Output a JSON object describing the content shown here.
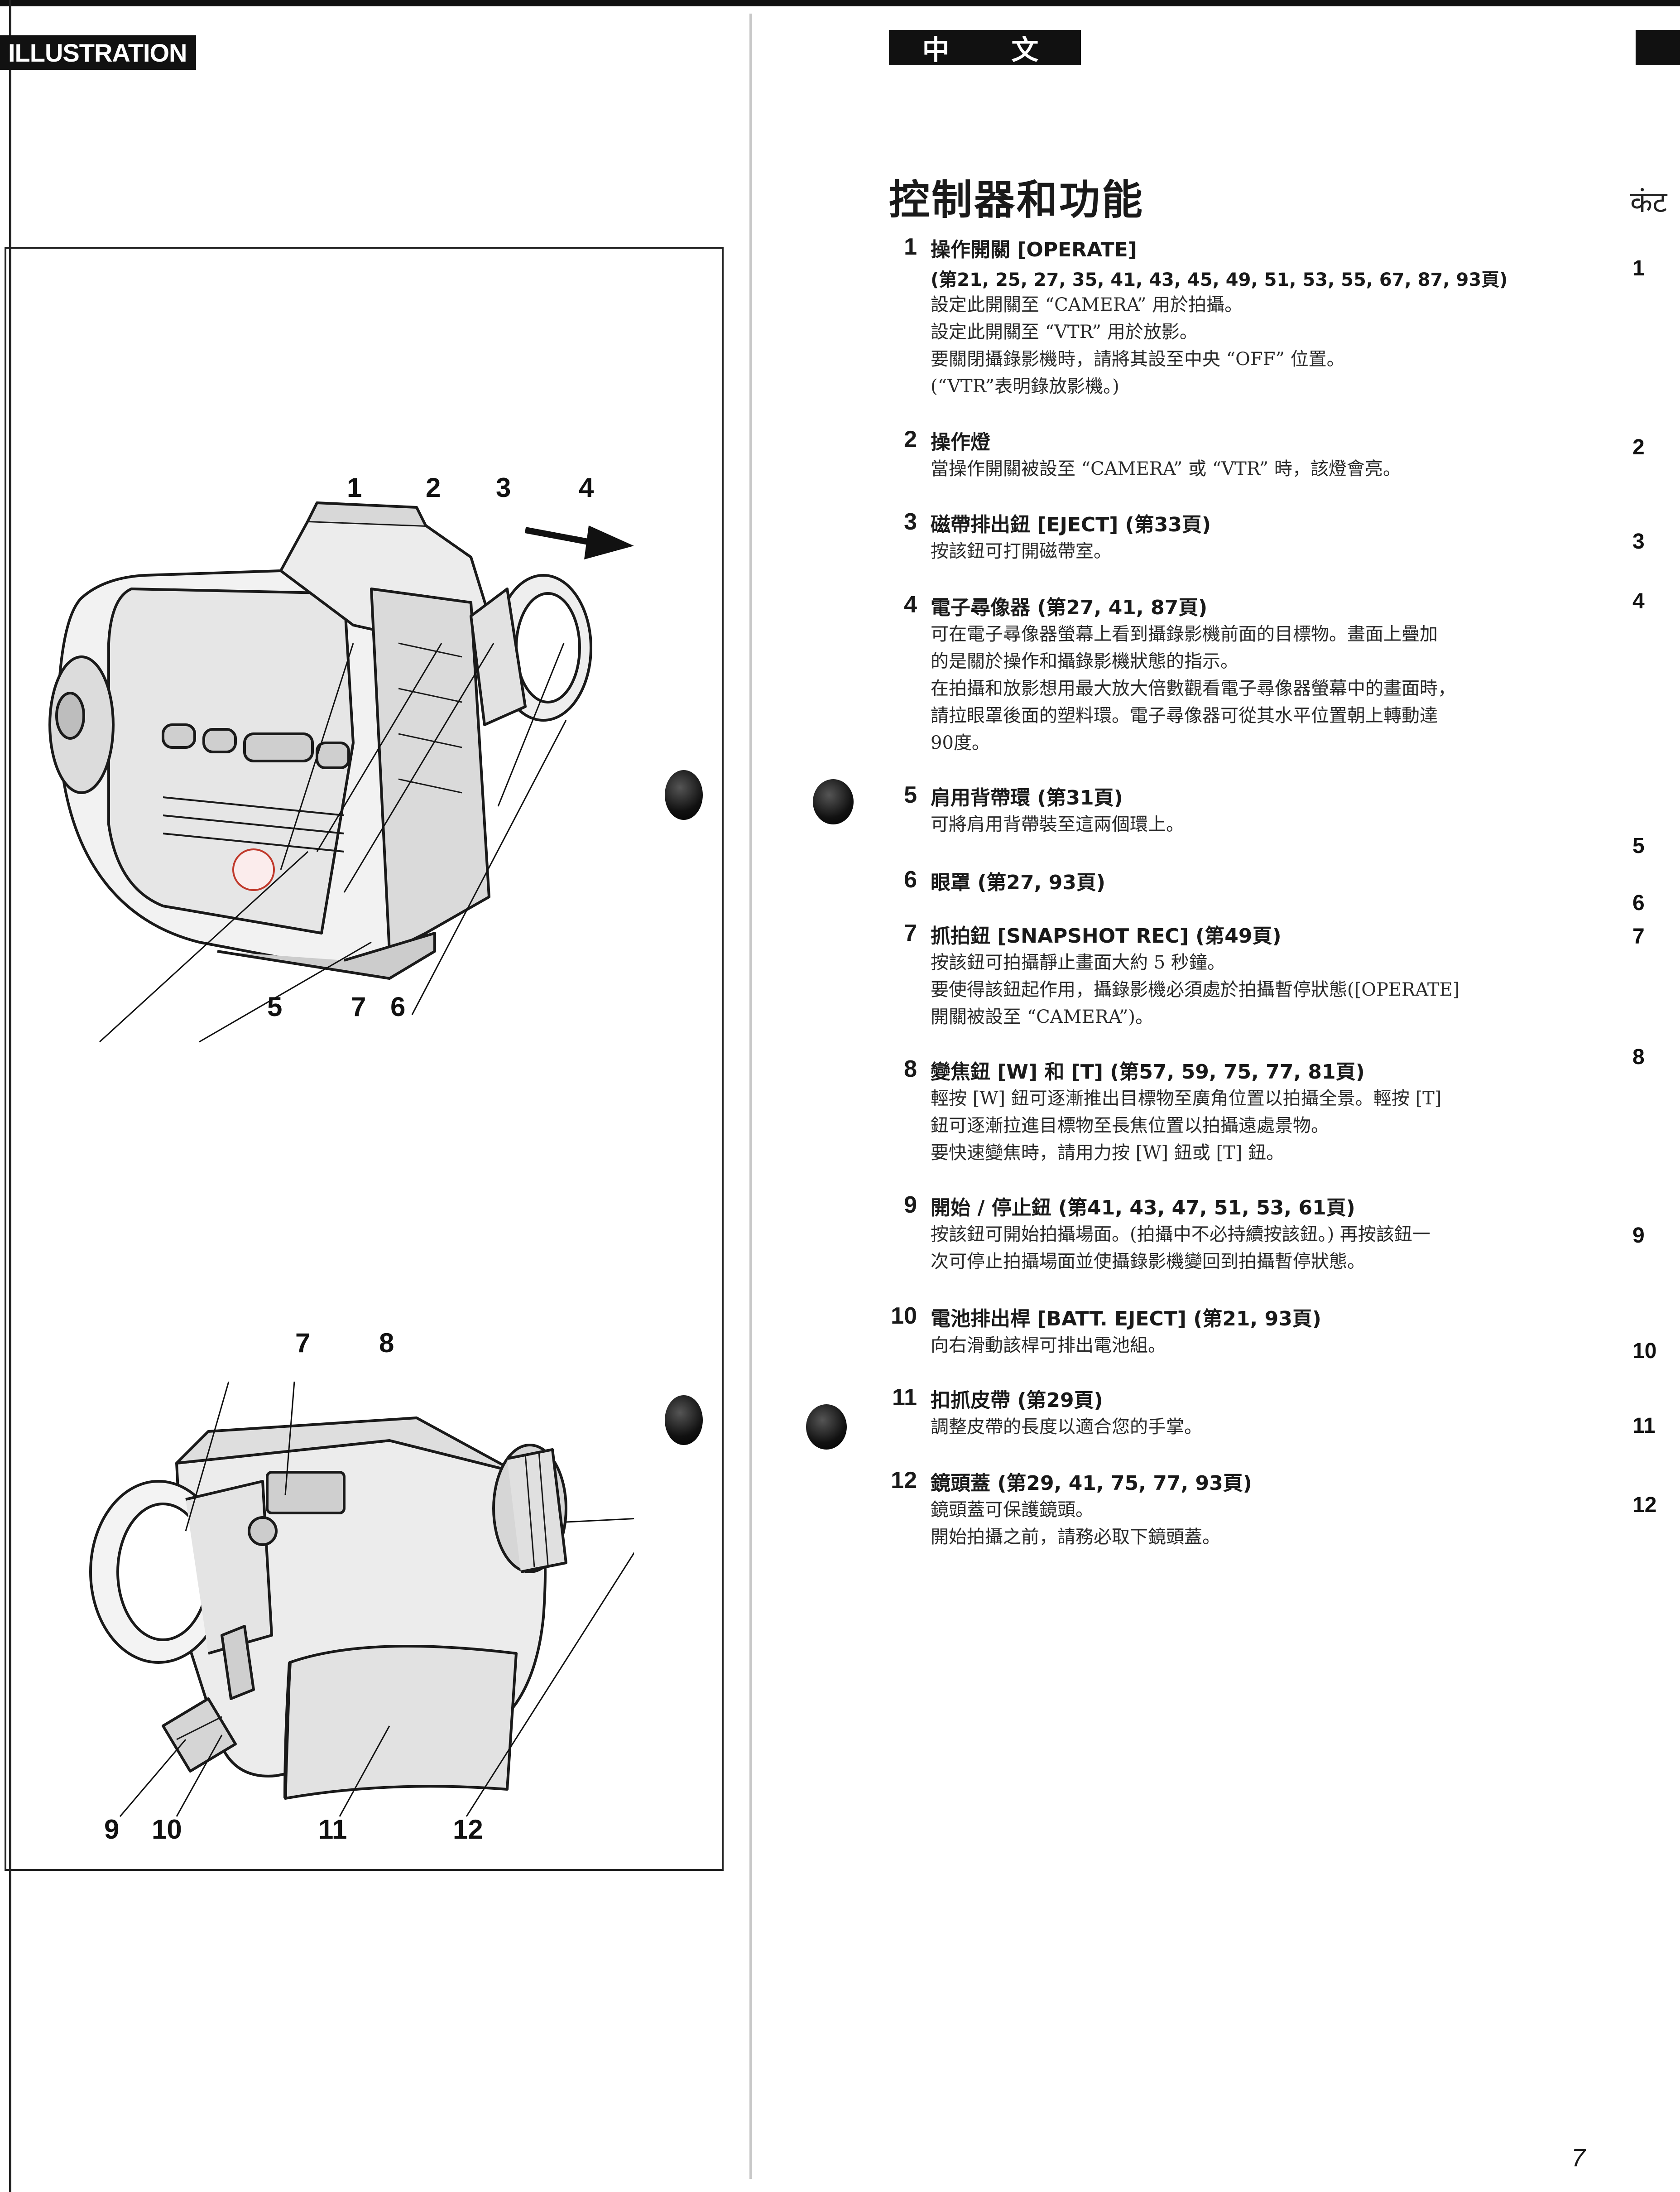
{
  "left_page": {
    "section_tab": "ILLUSTRATION",
    "upper_figure_labels": [
      "1",
      "2",
      "3",
      "4",
      "5",
      "7",
      "6"
    ],
    "lower_figure_labels": [
      "7",
      "8",
      "9",
      "10",
      "11",
      "12"
    ]
  },
  "right_page": {
    "language_tab": "中 文",
    "title": "控制器和功能",
    "hindi_title_fragment": "कंट",
    "hindi_numbers": [
      "1",
      "2",
      "3",
      "4",
      "5",
      "6",
      "7",
      "8",
      "9",
      "10",
      "11",
      "12"
    ],
    "page_number": "7",
    "items": [
      {
        "number": "1",
        "heading": "操作開關 [OPERATE]",
        "subheading": "(第21, 25, 27, 35, 41, 43, 45, 49, 51, 53, 55, 67, 87, 93頁)",
        "lines": [
          "設定此開關至 “CAMERA” 用於拍攝。",
          "設定此開關至 “VTR” 用於放影。",
          "要關閉攝錄影機時，請將其設至中央 “OFF” 位置。",
          "(“VTR”表明錄放影機。)"
        ]
      },
      {
        "number": "2",
        "heading": "操作燈",
        "subheading": "",
        "lines": [
          "當操作開關被設至 “CAMERA” 或 “VTR” 時，該燈會亮。"
        ]
      },
      {
        "number": "3",
        "heading": "磁帶排出鈕 [EJECT] (第33頁)",
        "subheading": "",
        "lines": [
          "按該鈕可打開磁帶室。"
        ]
      },
      {
        "number": "4",
        "heading": "電子尋像器 (第27, 41, 87頁)",
        "subheading": "",
        "lines": [
          "可在電子尋像器螢幕上看到攝錄影機前面的目標物。畫面上疊加",
          "的是關於操作和攝錄影機狀態的指示。",
          "在拍攝和放影想用最大放大倍數觀看電子尋像器螢幕中的畫面時，",
          "請拉眼罩後面的塑料環。電子尋像器可從其水平位置朝上轉動達",
          "90度。"
        ]
      },
      {
        "number": "5",
        "heading": "肩用背帶環 (第31頁)",
        "subheading": "",
        "lines": [
          "可將肩用背帶裝至這兩個環上。"
        ]
      },
      {
        "number": "6",
        "heading": "眼罩 (第27, 93頁)",
        "subheading": "",
        "lines": []
      },
      {
        "number": "7",
        "heading": "抓拍鈕 [SNAPSHOT REC] (第49頁)",
        "subheading": "",
        "lines": [
          "按該鈕可拍攝靜止畫面大約 5 秒鐘。",
          "要使得該鈕起作用，攝錄影機必須處於拍攝暫停狀態([OPERATE]",
          "開關被設至 “CAMERA”)。"
        ]
      },
      {
        "number": "8",
        "heading": "變焦鈕 [W] 和 [T] (第57, 59, 75, 77, 81頁)",
        "subheading": "",
        "lines": [
          "輕按 [W] 鈕可逐漸推出目標物至廣角位置以拍攝全景。輕按 [T]",
          "鈕可逐漸拉進目標物至長焦位置以拍攝遠處景物。",
          "要快速變焦時，請用力按 [W] 鈕或 [T] 鈕。"
        ]
      },
      {
        "number": "9",
        "heading": "開始 / 停止鈕 (第41, 43, 47, 51, 53, 61頁)",
        "subheading": "",
        "lines": [
          "按該鈕可開始拍攝場面。(拍攝中不必持續按該鈕。) 再按該鈕一",
          "次可停止拍攝場面並使攝錄影機變回到拍攝暫停狀態。"
        ]
      },
      {
        "number": "10",
        "heading": "電池排出桿 [BATT. EJECT] (第21, 93頁)",
        "subheading": "",
        "lines": [
          "向右滑動該桿可排出電池組。"
        ]
      },
      {
        "number": "11",
        "heading": "扣抓皮帶 (第29頁)",
        "subheading": "",
        "lines": [
          "調整皮帶的長度以適合您的手掌。"
        ]
      },
      {
        "number": "12",
        "heading": "鏡頭蓋 (第29, 41, 75, 77, 93頁)",
        "subheading": "",
        "lines": [
          "鏡頭蓋可保護鏡頭。",
          "開始拍攝之前，請務必取下鏡頭蓋。"
        ]
      }
    ]
  }
}
